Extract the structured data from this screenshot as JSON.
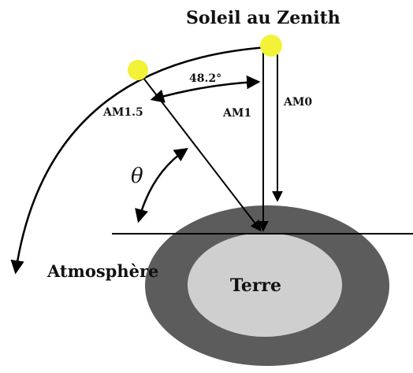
{
  "diagram": {
    "title": "Soleil au Zenith",
    "angle_label": "48.2°",
    "theta_symbol": "θ",
    "rays": {
      "am15": "AM1.5",
      "am1": "AM1",
      "am0": "AM0"
    },
    "atmosphere_label": "Atmosphère",
    "earth_label": "Terre",
    "colors": {
      "sun": "#f2f238",
      "atmosphere": "#5c5c5c",
      "earth": "#cfcfcf",
      "line": "#000000"
    }
  }
}
